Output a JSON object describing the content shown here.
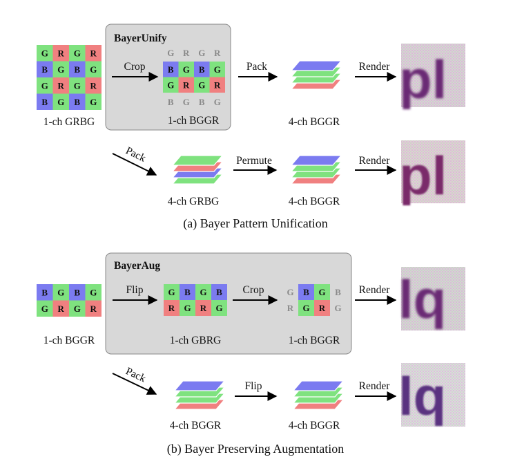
{
  "colors": {
    "R": "#f08080",
    "G": "#7fe27f",
    "B": "#7b7bf0",
    "panel": "#d8d8d8",
    "ghost": "#8a8a8a"
  },
  "section_a": {
    "box_title": "BayerUnify",
    "input_pattern": [
      [
        "G",
        "R",
        "G",
        "R"
      ],
      [
        "B",
        "G",
        "B",
        "G"
      ],
      [
        "G",
        "R",
        "G",
        "R"
      ],
      [
        "B",
        "G",
        "B",
        "G"
      ]
    ],
    "input_label": "1-ch GRBG",
    "crop_label": "Crop",
    "crop_ghost_top": [
      "G",
      "R",
      "G",
      "R"
    ],
    "crop_pattern": [
      [
        "B",
        "G",
        "B",
        "G"
      ],
      [
        "G",
        "R",
        "G",
        "R"
      ]
    ],
    "crop_ghost_bottom": [
      "B",
      "G",
      "B",
      "G"
    ],
    "crop_result_label": "1-ch BGGR",
    "pack_label": "Pack",
    "packed_label": "4-ch BGGR",
    "render_label": "Render",
    "pack2_label": "Pack",
    "packed2_label": "4-ch GRBG",
    "permute_label": "Permute",
    "permuted_label": "4-ch BGGR",
    "render2_label": "Render",
    "caption": "(a) Bayer Pattern Unification",
    "render_text_1": "pl",
    "render_text_2": "pl"
  },
  "section_b": {
    "box_title": "BayerAug",
    "input_pattern": [
      [
        "B",
        "G",
        "B",
        "G"
      ],
      [
        "G",
        "R",
        "G",
        "R"
      ]
    ],
    "input_label": "1-ch BGGR",
    "flip_label": "Flip",
    "flip_pattern": [
      [
        "G",
        "B",
        "G",
        "B"
      ],
      [
        "R",
        "G",
        "R",
        "G"
      ]
    ],
    "flip_result_label": "1-ch GBRG",
    "crop_label": "Crop",
    "crop_pattern": [
      [
        "G",
        "B",
        "G",
        "B"
      ],
      [
        "R",
        "G",
        "R",
        "G"
      ]
    ],
    "crop_result_label": "1-ch BGGR",
    "render_label": "Render",
    "pack_label": "Pack",
    "packed_label": "4-ch BGGR",
    "flip2_label": "Flip",
    "flipped_label": "4-ch BGGR",
    "render2_label": "Render",
    "caption": "(b) Bayer Preserving Augmentation",
    "render_text_1": "lq",
    "render_text_2": "lq"
  }
}
